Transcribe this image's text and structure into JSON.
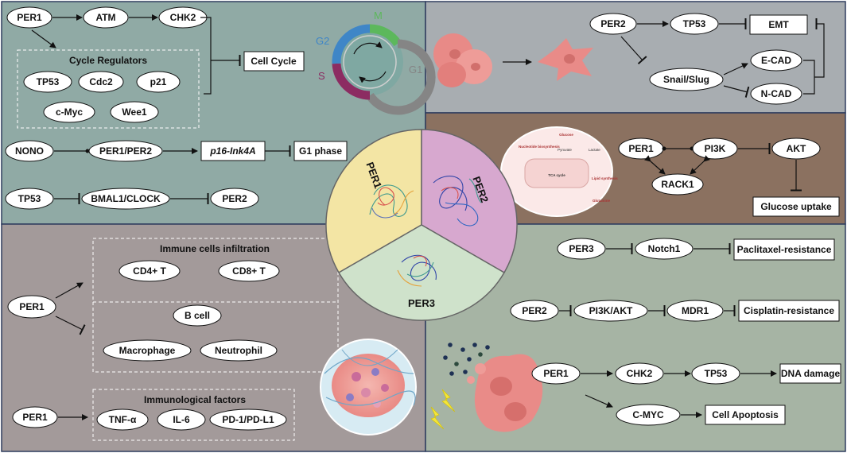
{
  "panel_top_left": {
    "per1": "PER1",
    "atm": "ATM",
    "chk2": "CHK2",
    "cycle_regulators_title": "Cycle Regulators",
    "tp53": "TP53",
    "cdc2": "Cdc2",
    "p21": "p21",
    "cmyc": "c-Myc",
    "wee1": "Wee1",
    "cell_cycle": "Cell Cycle",
    "cycle_m": "M",
    "cycle_g1": "G1",
    "cycle_g2": "G2",
    "cycle_s": "S",
    "nono": "NONO",
    "per1_per2": "PER1/PER2",
    "p16": "p16-Ink4A",
    "g1_phase": "G1 phase",
    "tp53_b": "TP53",
    "bmal1_clock": "BMAL1/CLOCK",
    "per2": "PER2"
  },
  "panel_top_right": {
    "per2": "PER2",
    "tp53": "TP53",
    "emt": "EMT",
    "snail_slug": "Snail/Slug",
    "ecad": "E-CAD",
    "ncad": "N-CAD"
  },
  "panel_middle_right": {
    "per1": "PER1",
    "pi3k": "PI3K",
    "akt": "AKT",
    "rack1": "RACK1",
    "glucose_uptake": "Glucose uptake",
    "cell_glucose": "Glucose",
    "cell_lactate": "Lactate",
    "cell_pyruvate": "Pyruvate",
    "cell_tca": "TCA cycle",
    "cell_lipid": "Lipid synthesis",
    "cell_glutamine": "Glutamine",
    "cell_nucleotide": "Nucleotide biosynthesis"
  },
  "panel_bottom_left": {
    "immune_title": "Immune cells infiltration",
    "cd4": "CD4+ T",
    "cd8": "CD8+ T",
    "per1": "PER1",
    "bcell": "B cell",
    "macrophage": "Macrophage",
    "neutrophil": "Neutrophil",
    "factors_title": "Immunological factors",
    "per1_b": "PER1",
    "tnf": "TNF-α",
    "il6": "IL-6",
    "pd1": "PD-1/PD-L1"
  },
  "panel_bottom_right": {
    "per3": "PER3",
    "notch1": "Notch1",
    "paclitaxel": "Paclitaxel-resistance",
    "per2": "PER2",
    "pi3k_akt": "PI3K/AKT",
    "mdr1": "MDR1",
    "cisplatin": "Cisplatin-resistance",
    "per1": "PER1",
    "chk2": "CHK2",
    "tp53": "TP53",
    "dna_damage": "DNA damage",
    "cmyc": "C-MYC",
    "apoptosis": "Cell Apoptosis"
  },
  "center_circle": {
    "per1": "PER1",
    "per2": "PER2",
    "per3": "PER3"
  },
  "colors": {
    "panel_teal": "#90aaa5",
    "panel_gray": "#a8adb1",
    "panel_brown": "#8b7160",
    "panel_mauve": "#a39a9a",
    "panel_green": "#a6b4a4",
    "per1_yellow": "#f3e5a4",
    "per2_pink": "#d7a8cf",
    "per3_green": "#cfe2cb",
    "cycle_m": "#5cb85c",
    "cycle_g2": "#3f86c7",
    "cycle_s": "#8c2c62",
    "cycle_g1": "#858585"
  }
}
